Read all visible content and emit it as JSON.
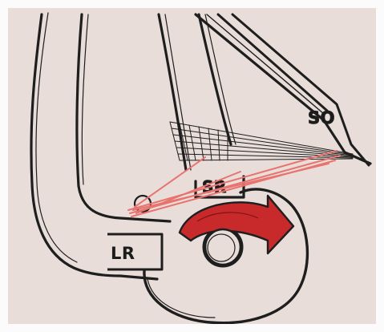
{
  "labels": {
    "so": "SO",
    "sr": "SR",
    "lr": "LR"
  },
  "colors": {
    "background": "#e8ddd8",
    "frame": "#fbfbfb",
    "outline": "#1e1e1e",
    "muscle_pull": "#e8736f",
    "rotation_arrow": "#c8292a"
  }
}
